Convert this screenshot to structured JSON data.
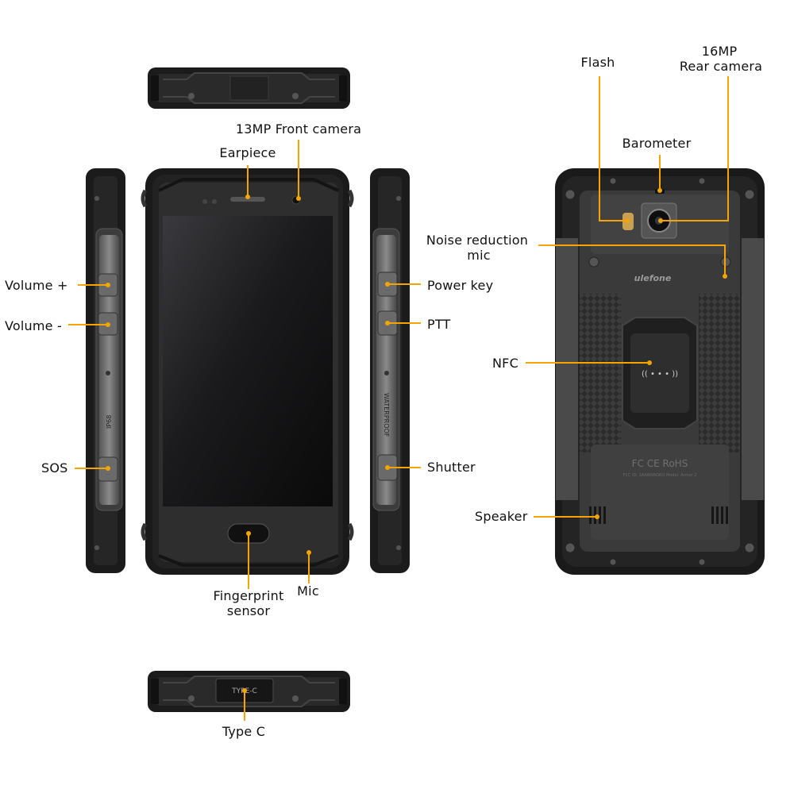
{
  "diagram": {
    "brand_logo": "ulefone",
    "side_print_left": "IP68",
    "side_print_right": "WATERPROOF",
    "bottom_port_print": "TYPE-C",
    "back_cert_print": "FC CE RoHS",
    "back_fine_print": "FCC ID: 2AAWVAORO  Model: Armor 2",
    "accent_color": "#f5a400",
    "body_color": "#1c1c1c",
    "labels": {
      "flash": "Flash",
      "rear_camera_line1": "16MP",
      "rear_camera_line2": "Rear camera",
      "front_camera": "13MP Front camera",
      "earpiece": "Earpiece",
      "barometer": "Barometer",
      "noise_mic_line1": "Noise reduction",
      "noise_mic_line2": "mic",
      "volume_up": "Volume +",
      "volume_down": "Volume -",
      "power_key": "Power key",
      "ptt": "PTT",
      "nfc": "NFC",
      "sos": "SOS",
      "shutter": "Shutter",
      "speaker": "Speaker",
      "fingerprint_line1": "Fingerprint",
      "fingerprint_line2": "sensor",
      "mic": "Mic",
      "type_c": "Type C"
    }
  }
}
